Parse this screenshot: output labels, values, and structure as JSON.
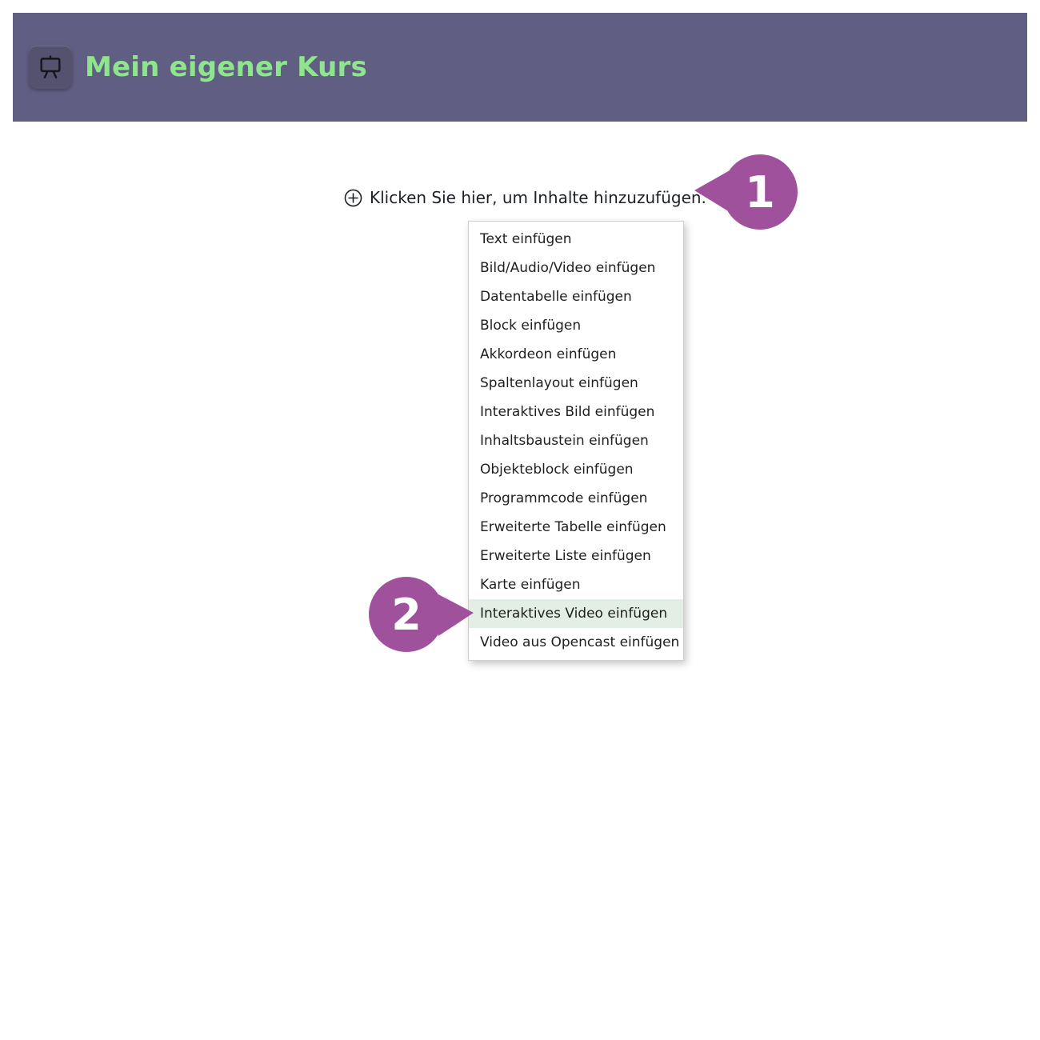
{
  "header": {
    "title": "Mein eigener Kurs"
  },
  "content": {
    "add_line": "Klicken Sie hier, um Inhalte hinzuzufügen."
  },
  "menu": {
    "items": [
      "Text einfügen",
      "Bild/Audio/Video einfügen",
      "Datentabelle einfügen",
      "Block einfügen",
      "Akkordeon einfügen",
      "Spaltenlayout einfügen",
      "Interaktives Bild einfügen",
      "Inhaltsbaustein einfügen",
      "Objekteblock einfügen",
      "Programmcode einfügen",
      "Erweiterte Tabelle einfügen",
      "Erweiterte Liste einfügen",
      "Karte einfügen",
      "Interaktives Video einfügen",
      "Video aus Opencast einfügen"
    ],
    "highlighted_item": "Interaktives Video einfügen"
  },
  "callouts": {
    "step1": "1",
    "step2": "2"
  },
  "colors": {
    "header_bg": "#615e84",
    "header_title": "#8ee58e",
    "callout_purple": "#a0519c",
    "menu_highlight": "#e3efe5"
  }
}
